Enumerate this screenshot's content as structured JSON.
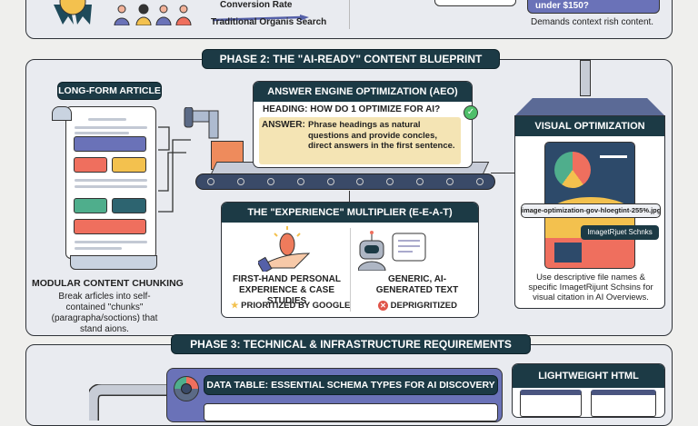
{
  "phase1": {
    "conversion_label": "Conversion Rate",
    "traditional_label": "Traditional Organis Search",
    "bubble_text": "under $150?",
    "demands_text": "Demands context rish content."
  },
  "phase2": {
    "title": "PHASE 2: THE \"AI-READY\" CONTENT BLUEPRINT",
    "article": {
      "label": "LONG-FORM ARTICLE",
      "caption_title": "MODULAR CONTENT CHUNKING",
      "caption_text": "Break arficles into self-contained \"chunks\" (paragrapha/soctions) that stand aions."
    },
    "aeo": {
      "title": "ANSWER ENGINE OPTIMIZATION (AEO)",
      "heading": "HEADING: HOW DO 1 OPTIMIZE FOR AI?",
      "answer_label": "ANSWER:",
      "answer_text": "Phrase headings as natural questions and provide concles, direct answers in the first sentence."
    },
    "eeat": {
      "title": "THE \"EXPERIENCE\" MULTIPLIER (E-E-A-T)",
      "left_title": "FIRST-HAND PERSONAL EXPERIENCE & CASE STUDIES",
      "left_status": "PRIORITIZED BY GOOGLE",
      "right_title": "GENERIC, AI-GENERATED TEXT",
      "right_status": "DEPRIGRITIZED"
    },
    "visual": {
      "title": "VISUAL OPTIMIZATION",
      "filename": "image-optimization-gov-hloegtint-255%.jpg",
      "schema_tag": "ImagetRjuet Schnks",
      "caption": "Use descriptive file names & specific ImagetRijunt Schsins for visual citation in AI Overviews."
    }
  },
  "phase3": {
    "title": "PHASE 3: TECHNICAL & INFRASTRUCTURE REQUIREMENTS",
    "table_title": "DATA TABLE: ESSENTIAL SCHEMA TYPES FOR AI DISCOVERY",
    "html_title": "LIGHTWEIGHT HTML"
  },
  "colors": {
    "dark_teal": "#1c3a45",
    "purple": "#6a72b8",
    "red": "#ef6f5e",
    "yellow": "#f3c14e",
    "green": "#4fae8c"
  }
}
